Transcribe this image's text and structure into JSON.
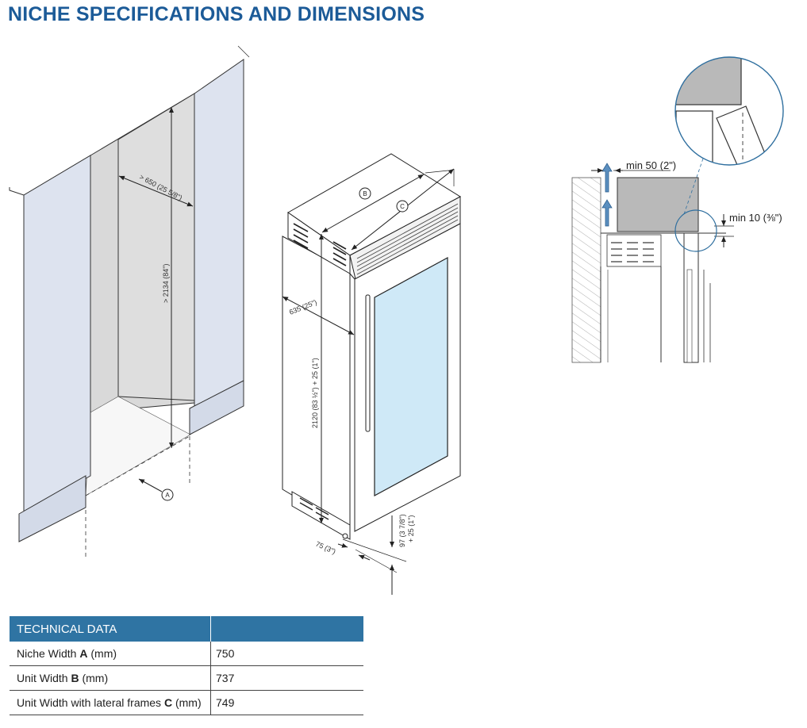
{
  "title": "NICHE SPECIFICATIONS AND DIMENSIONS",
  "drawings": {
    "niche": {
      "depth_label": "> 650 (25 5/8\")",
      "height_label": "> 2134 (84\")",
      "marker_a": "A"
    },
    "unit": {
      "marker_b": "B",
      "marker_c": "C",
      "depth_label": "635 (25\")",
      "height_label": "2120 (83 ½\") + 25 (1\")",
      "toe_label": "75 (3\")",
      "base_label_1": "97 (3 7/8\")",
      "base_label_2": "+ 25 (1\")"
    },
    "ventilation": {
      "top_gap_label": "min 50 (2\")",
      "side_gap_label": "min 10 (⅜\")"
    }
  },
  "technical_data": {
    "header": "TECHNICAL DATA",
    "value_header": "",
    "rows": [
      {
        "pre": "Niche Width ",
        "key": "A",
        "post": " (mm)",
        "value": "750"
      },
      {
        "pre": "Unit Width ",
        "key": "B",
        "post": " (mm)",
        "value": "737"
      },
      {
        "pre": "Unit Width with lateral frames ",
        "key": "C",
        "post": " (mm)",
        "value": "749"
      }
    ]
  },
  "colors": {
    "title_blue": "#1c5b98",
    "header_blue": "#2f74a3",
    "panel_blue": "#dde3ef",
    "glass_blue": "#cfe9f7",
    "grey": "#d8d8d8"
  }
}
